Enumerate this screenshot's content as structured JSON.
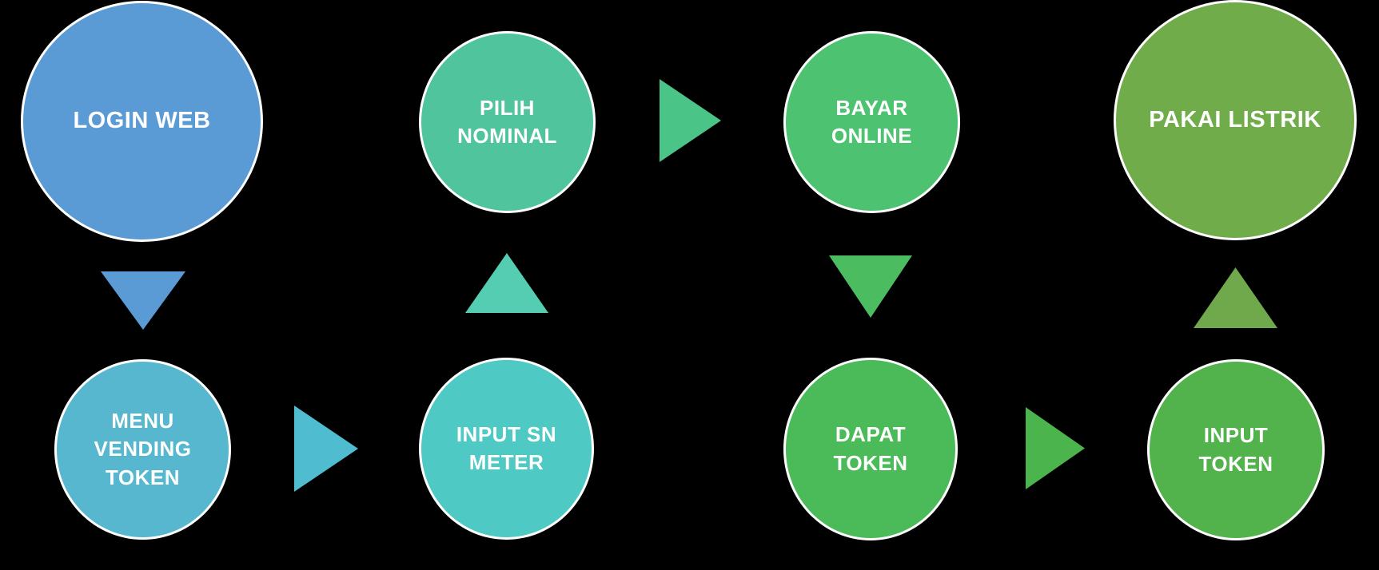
{
  "canvas": {
    "background": "#000000",
    "text_color": "#ffffff"
  },
  "nodes": [
    {
      "id": "login-web",
      "label": "LOGIN WEB",
      "color": "#5B9BD5"
    },
    {
      "id": "pilih-nominal",
      "label": "PILIH\nNOMINAL",
      "color": "#50C49C"
    },
    {
      "id": "bayar-online",
      "label": "BAYAR\nONLINE",
      "color": "#4DC371"
    },
    {
      "id": "pakai-listrik",
      "label": "PAKAI LISTRIK",
      "color": "#70AC49"
    },
    {
      "id": "menu-vending-token",
      "label": "MENU\nVENDING\nTOKEN",
      "color": "#57B7CE"
    },
    {
      "id": "input-sn-meter",
      "label": "INPUT SN\nMETER",
      "color": "#4EC9C3"
    },
    {
      "id": "dapat-token",
      "label": "DAPAT\nTOKEN",
      "color": "#4ABB58"
    },
    {
      "id": "input-token",
      "label": "INPUT\nTOKEN",
      "color": "#52B24B"
    }
  ],
  "arrows": [
    {
      "id": "login-web-to-menu-vending-token",
      "direction": "down",
      "color": "#5B9BD5"
    },
    {
      "id": "menu-vending-token-to-input-sn",
      "direction": "right",
      "color": "#4FBCD0"
    },
    {
      "id": "input-sn-to-pilih-nominal",
      "direction": "up",
      "color": "#55CDB3"
    },
    {
      "id": "pilih-nominal-to-bayar-online",
      "direction": "right",
      "color": "#4BC487"
    },
    {
      "id": "bayar-online-to-dapat-token",
      "direction": "down",
      "color": "#4BBC60"
    },
    {
      "id": "dapat-token-to-input-token",
      "direction": "right",
      "color": "#4BB44D"
    },
    {
      "id": "input-token-to-pakai-listrik",
      "direction": "up",
      "color": "#6FA94C"
    }
  ]
}
